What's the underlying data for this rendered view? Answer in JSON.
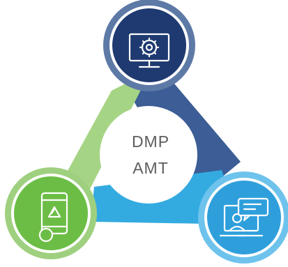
{
  "center": {
    "line1": "DMP",
    "line2": "AMT"
  },
  "nodes": [
    {
      "id": "top",
      "icon": "monitor-gear-icon"
    },
    {
      "id": "left",
      "icon": "mobile-recycle-icon"
    },
    {
      "id": "right",
      "icon": "laptop-chat-icon"
    }
  ],
  "colors": {
    "navy": "#1e3a70",
    "navy_ring": "#5d79a6",
    "steel_band": "#3c5d95",
    "green": "#6cbd45",
    "green_ring": "#9fd07f",
    "green_band": "#a6d485",
    "blue": "#2f9fdc",
    "blue_ring": "#6ec3ec",
    "blue_band": "#33abe0",
    "text": "#5d5d5d"
  }
}
